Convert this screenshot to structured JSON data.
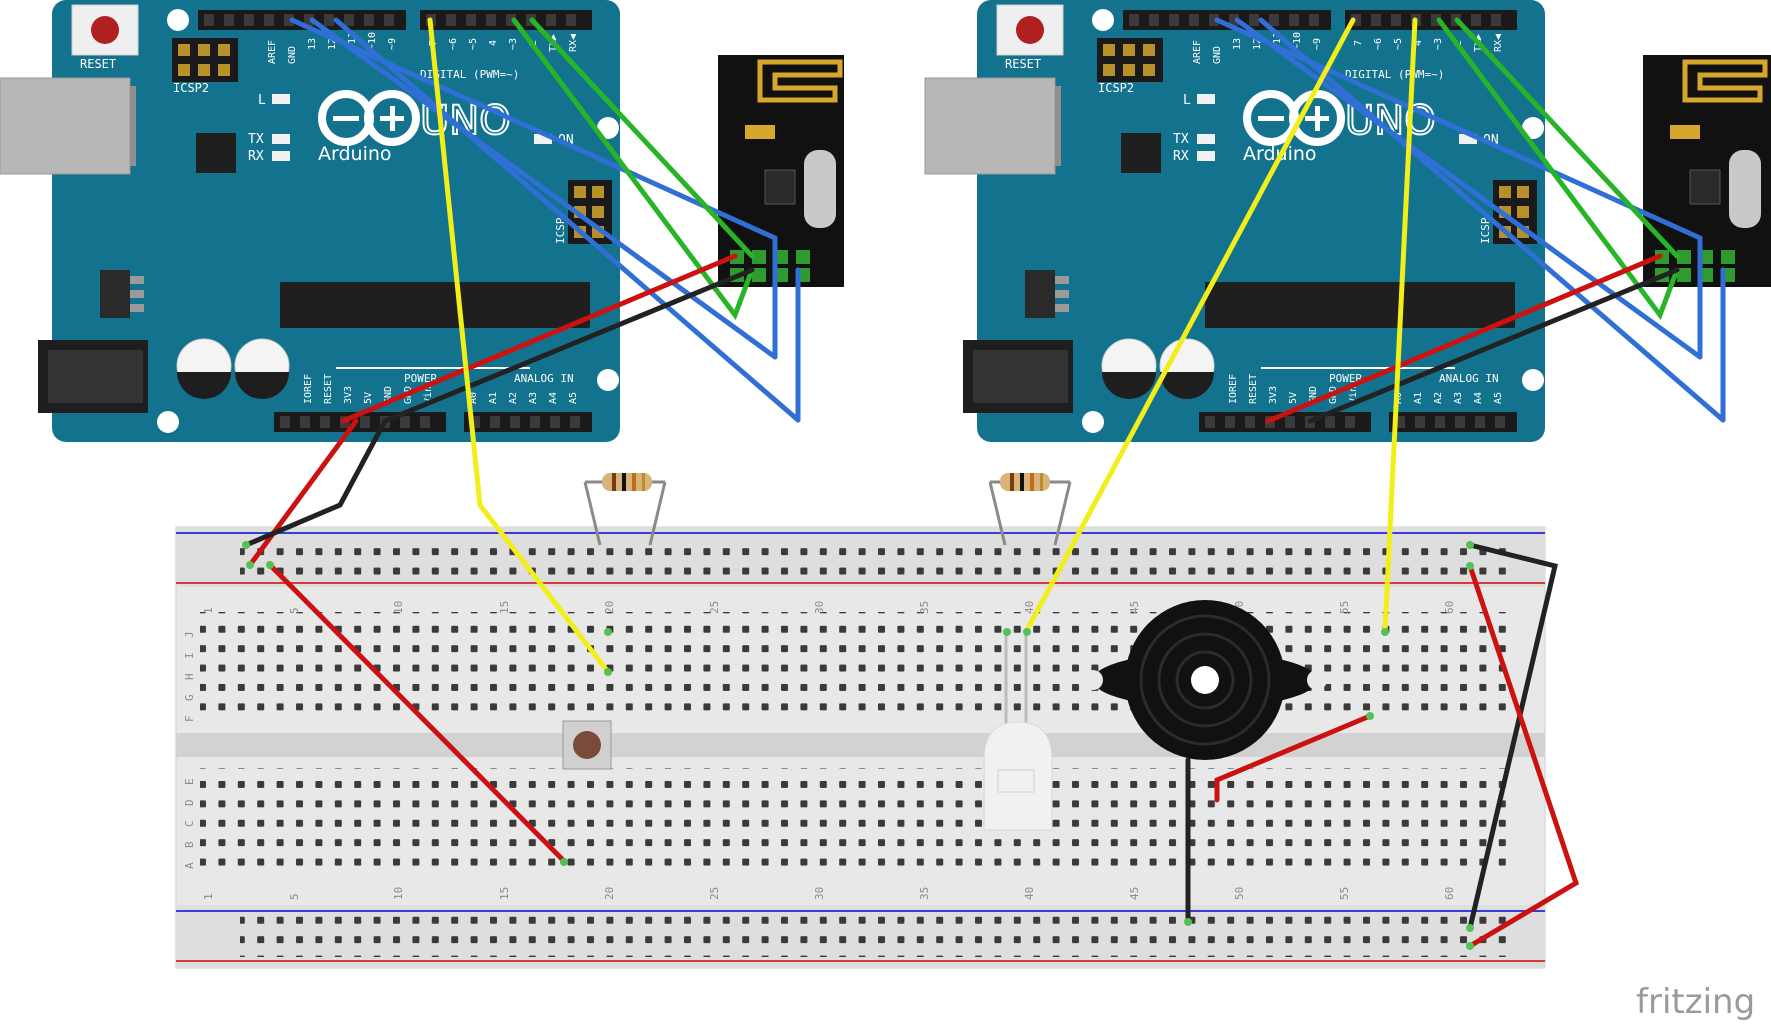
{
  "arduino_boards": [
    {
      "brand": "Arduino",
      "model": "UNO",
      "reset_label": "RESET",
      "icsp_label": "ICSP2",
      "icsp_side_label": "ICSP",
      "digital_label": "DIGITAL (PWM=~)",
      "power_label": "POWER",
      "analog_label": "ANALOG IN",
      "led_labels": [
        "L",
        "TX",
        "RX",
        "ON"
      ],
      "top_pin_labels": [
        "AREF",
        "GND",
        "13",
        "12",
        "~11",
        "~10",
        "~9",
        "8",
        "7",
        "~6",
        "~5",
        "4",
        "~3",
        "2",
        "TX▶",
        "RX◀"
      ],
      "power_pin_labels": [
        "IOREF",
        "RESET",
        "3V3",
        "5V",
        "GND",
        "GND",
        "Vin"
      ],
      "analog_pin_labels": [
        "A0",
        "A1",
        "A2",
        "A3",
        "A4",
        "A5"
      ]
    },
    {
      "brand": "Arduino",
      "model": "UNO",
      "reset_label": "RESET",
      "icsp_label": "ICSP2",
      "icsp_side_label": "ICSP",
      "digital_label": "DIGITAL (PWM=~)",
      "power_label": "POWER",
      "analog_label": "ANALOG IN",
      "led_labels": [
        "L",
        "TX",
        "RX",
        "ON"
      ],
      "top_pin_labels": [
        "AREF",
        "GND",
        "13",
        "12",
        "~11",
        "~10",
        "~9",
        "8",
        "7",
        "~6",
        "~5",
        "4",
        "~3",
        "2",
        "TX▶",
        "RX◀"
      ],
      "power_pin_labels": [
        "IOREF",
        "RESET",
        "3V3",
        "5V",
        "GND",
        "GND",
        "Vin"
      ],
      "analog_pin_labels": [
        "A0",
        "A1",
        "A2",
        "A3",
        "A4",
        "A5"
      ]
    }
  ],
  "breadboard": {
    "column_numbers": [
      "1",
      "5",
      "10",
      "15",
      "20",
      "25",
      "30",
      "35",
      "40",
      "45",
      "50",
      "55",
      "60"
    ],
    "row_letters_top": [
      "J",
      "I",
      "H",
      "G",
      "F"
    ],
    "row_letters_bottom": [
      "E",
      "D",
      "C",
      "B",
      "A"
    ]
  },
  "components": [
    "radio-module",
    "radio-module",
    "resistor",
    "resistor",
    "pushbutton",
    "led",
    "piezo-buzzer"
  ],
  "colors": {
    "board": "#13738f",
    "wire_red": "#cc1111",
    "wire_black": "#222222",
    "wire_blue": "#2f6fd6",
    "wire_green": "#27b527",
    "wire_yellow": "#f2ee1a",
    "wire_grey": "#8a8a8a"
  },
  "watermark": "fritzing"
}
